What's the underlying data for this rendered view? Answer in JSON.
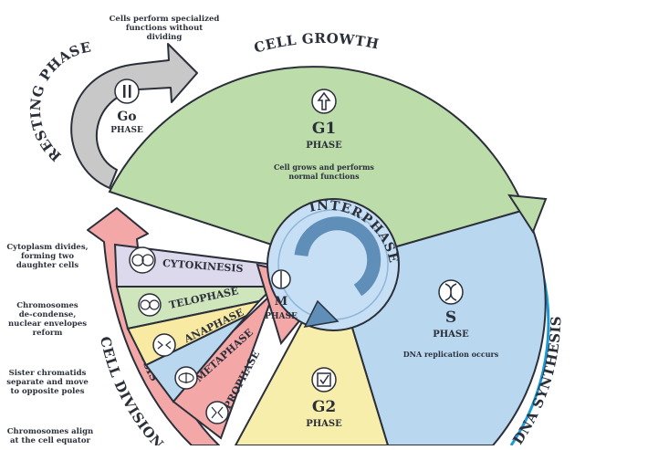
{
  "colors": {
    "g1": "#bcdcaa",
    "s": "#b9d8f0",
    "g2": "#f8eeab",
    "interphase": "#c6dff4",
    "mitosis_ring": "#f3a7a7",
    "cytokinesis": "#dcd9ec",
    "telophase": "#cfe6bd",
    "anaphase": "#f8e9a3",
    "metaphase": "#b9d8f0",
    "prophase": "#f3a7a7",
    "resting_arrow": "#c8c8c8",
    "outline": "#2b2f3a",
    "arc_arrow": "#1c9ad6"
  },
  "resting": {
    "title": "RESTING PHASE",
    "note": "Cells perform specialized\nfunctions without dividing",
    "phase_name": "Go",
    "phase_label": "PHASE",
    "icon": "pause-icon"
  },
  "outer": {
    "cell_growth": "CELL GROWTH",
    "dna_synthesis": "DNA SYNTHESIS",
    "cell_division": "CELL DIVISION"
  },
  "g1": {
    "name": "G1",
    "label": "PHASE",
    "description": "Cell grows and performs\nnormal functions",
    "icon": "up-arrow-icon"
  },
  "s_phase": {
    "name": "S",
    "label": "PHASE",
    "description": "DNA replication occurs",
    "icon": "dna-icon"
  },
  "g2": {
    "name": "G2",
    "label": "PHASE",
    "icon": "checkbox-icon"
  },
  "interphase": {
    "label": "INTERPHASE",
    "icon": "cycle-arrow-icon"
  },
  "m_phase": {
    "name": "M",
    "label": "PHASE",
    "icon": "dividing-cell-icon"
  },
  "mitosis": {
    "label": "MITOSIS",
    "stages": [
      "CYTOKINESIS",
      "TELOPHASE",
      "ANAPHASE",
      "METAPHASE",
      "PROPHASE"
    ],
    "notes": [
      "Cytoplasm divides,\nforming two\ndaughter cells",
      "Chromosomes\nde-condense,\nnuclear envelopes\nreform",
      "Sister chromatids\nseparate and move\nto opposite poles",
      "Chromosomes align\nat the cell equator"
    ]
  }
}
